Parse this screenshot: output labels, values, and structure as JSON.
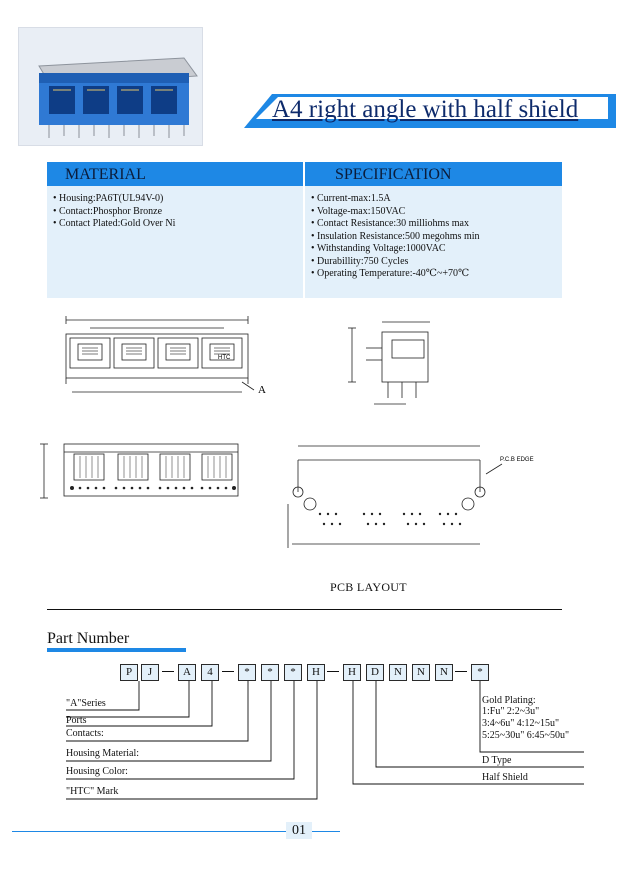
{
  "title": "A4 right angle with half shield",
  "spec_table": {
    "material_header": "MATERIAL",
    "specification_header": "SPECIFICATION",
    "material_items": [
      "Housing:PA6T(UL94V-0)",
      "Contact:Phosphor Bronze",
      "Contact Plated:Gold Over Ni"
    ],
    "specification_items": [
      "Current-max:1.5A",
      "Voltage-max:150VAC",
      "Contact Resistance:30 milliohms max",
      "Insulation Resistance:500 megohms min",
      "Withstanding Voltage:1000VAC",
      "Durabillity:750 Cycles",
      "Operating Temperature:-40℃~+70℃"
    ]
  },
  "drawings": {
    "marker_a": "A",
    "htc_mark": "HTC",
    "pcb_edge": "P.C.B EDGE",
    "pcb_layout_label": "PCB LAYOUT"
  },
  "part_number": {
    "heading": "Part Number",
    "boxes": [
      "P",
      "J",
      "A",
      "4",
      "*",
      "*",
      "*",
      "H",
      "H",
      "D",
      "N",
      "N",
      "N",
      "*"
    ],
    "labels": {
      "series": "\"A\"Series",
      "ports": "Ports",
      "contacts": "Contacts:",
      "housing_material": "Housing Material:",
      "housing_color": "Housing Color:",
      "htc_mark": "\"HTC\" Mark",
      "gold_plating": "Gold Plating:",
      "gold_opt_1": "1:Fu\" 2:2~3u\"",
      "gold_opt_2": "3:4~6u\" 4:12~15u\"",
      "gold_opt_3": "5:25~30u\" 6:45~50u\"",
      "d_type": "D Type",
      "half_shield": "Half Shield"
    }
  },
  "page_number": "01",
  "colors": {
    "accent": "#1e88e5",
    "table_bg": "#e3f0fa",
    "title": "#0d2a6b"
  }
}
